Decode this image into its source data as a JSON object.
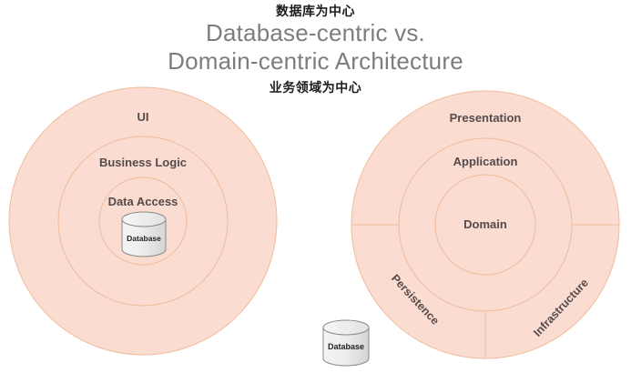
{
  "title": {
    "line1": "Database-centric vs.",
    "line2": "Domain-centric Architecture",
    "color": "#7d7d7d"
  },
  "annotations": {
    "top_zh": "数据库为中心",
    "bottom_zh": "业务领域为中心"
  },
  "colors": {
    "ring_fill": "#fadcd0",
    "ring_stroke": "#f0bb9c",
    "label_text": "#554a4c",
    "cylinder_fill_light": "#f2f2f2",
    "cylinder_fill_dark": "#d7d7d7",
    "cylinder_stroke": "#8a8a8a",
    "background": "#ffffff"
  },
  "left_diagram": {
    "name": "database-centric",
    "layers": [
      {
        "label": "UI",
        "level": 1
      },
      {
        "label": "Business Logic",
        "level": 2
      },
      {
        "label": "Data Access",
        "level": 3
      }
    ],
    "cylinder": {
      "label": "Database"
    }
  },
  "right_diagram": {
    "name": "domain-centric",
    "layers": [
      {
        "label": "Presentation",
        "level": 1
      },
      {
        "label": "Application",
        "level": 2
      },
      {
        "label": "Domain",
        "level": 3
      }
    ],
    "sectors": [
      {
        "label": "Persistence",
        "position": "bottom-left"
      },
      {
        "label": "Infrastructure",
        "position": "bottom-right"
      }
    ]
  },
  "external_cylinder": {
    "label": "Database"
  }
}
